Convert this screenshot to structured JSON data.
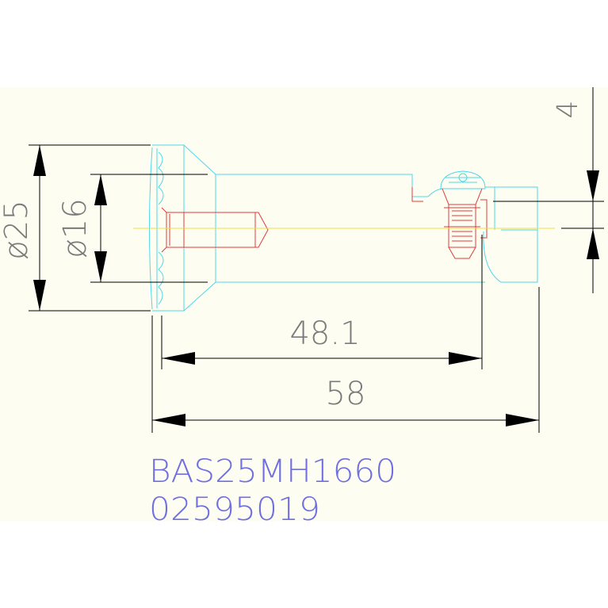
{
  "dimensions": {
    "outer_diameter": "ø25",
    "inner_diameter": "ø16",
    "offset": "4",
    "length_short": "48.1",
    "length_total": "58"
  },
  "title": {
    "part_number": "BAS25MH1660",
    "order_code": "02595019"
  },
  "colors": {
    "background_panel": "#fdfdf2",
    "outline": "#4fd8e8",
    "hidden_detail": "#e23a3a",
    "centerline": "#f0e040",
    "dimension_line": "#000000",
    "dimension_text": "#7a7a7a",
    "title_text": "#6f6fe0"
  }
}
